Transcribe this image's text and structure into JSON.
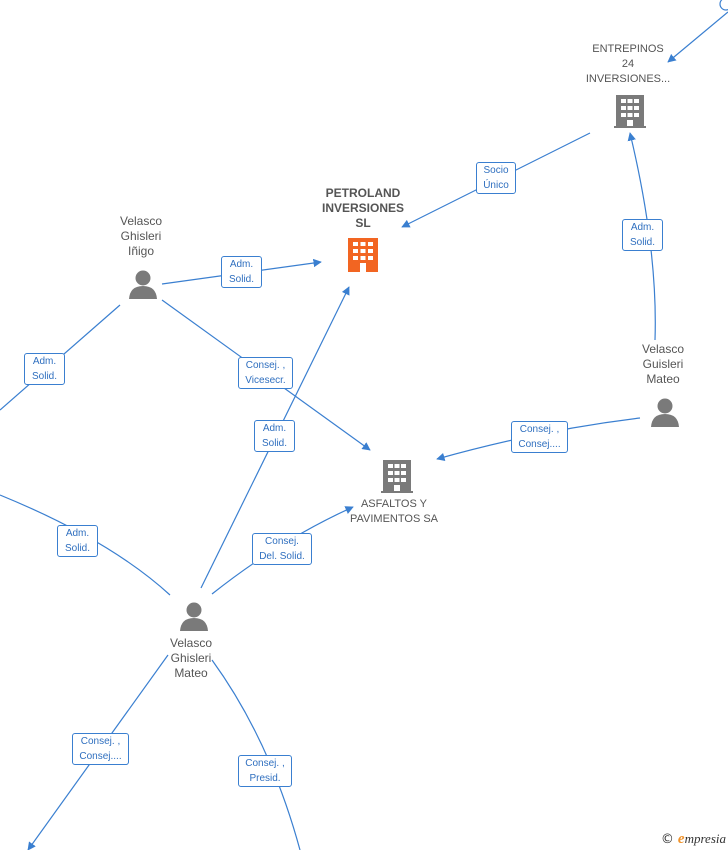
{
  "nodes": {
    "petroland": {
      "lines": [
        "PETROLAND",
        "INVERSIONES",
        "SL"
      ],
      "color": "#f26522"
    },
    "entrepinos": {
      "lines": [
        "ENTREPINOS",
        "24",
        "INVERSIONES..."
      ],
      "color": "#7a7a7a"
    },
    "asfaltos": {
      "lines": [
        "ASFALTOS Y",
        "PAVIMENTOS SA"
      ],
      "color": "#7a7a7a"
    },
    "velasco_inigo": {
      "lines": [
        "Velasco",
        "Ghisleri",
        "Iñigo"
      ]
    },
    "velasco_guisleri_mateo": {
      "lines": [
        "Velasco",
        "Guisleri",
        "Mateo"
      ]
    },
    "velasco_ghisleri_mateo": {
      "lines": [
        "Velasco",
        "Ghisleri",
        "Mateo"
      ]
    }
  },
  "edge_labels": [
    {
      "id": "socio-unico",
      "lines": [
        "Socio",
        "Único"
      ]
    },
    {
      "id": "adm-solid-entrepinos",
      "lines": [
        "Adm.",
        "Solid."
      ]
    },
    {
      "id": "adm-solid-inigo-petroland",
      "lines": [
        "Adm.",
        "Solid."
      ]
    },
    {
      "id": "adm-solid-inigo-left",
      "lines": [
        "Adm.",
        "Solid."
      ]
    },
    {
      "id": "consej-vicesecr",
      "lines": [
        "Consej. ,",
        "Vicesecr."
      ]
    },
    {
      "id": "adm-solid-mateo-petroland",
      "lines": [
        "Adm.",
        "Solid."
      ]
    },
    {
      "id": "consej-consej-guisleri",
      "lines": [
        "Consej. ,",
        "Consej...."
      ]
    },
    {
      "id": "adm-solid-left-mateo",
      "lines": [
        "Adm.",
        "Solid."
      ]
    },
    {
      "id": "consej-del-solid",
      "lines": [
        "Consej.",
        "Del. Solid."
      ]
    },
    {
      "id": "consej-consej-mateo",
      "lines": [
        "Consej. ,",
        "Consej...."
      ]
    },
    {
      "id": "consej-presid",
      "lines": [
        "Consej. ,",
        "Presid."
      ]
    }
  ],
  "footer": {
    "copyright_symbol": "©",
    "brand_initial": "e",
    "brand_rest": "mpresia"
  },
  "colors": {
    "edge": "#3a7fd0",
    "person": "#7a7a7a",
    "building_main": "#f26522",
    "building": "#7a7a7a"
  }
}
